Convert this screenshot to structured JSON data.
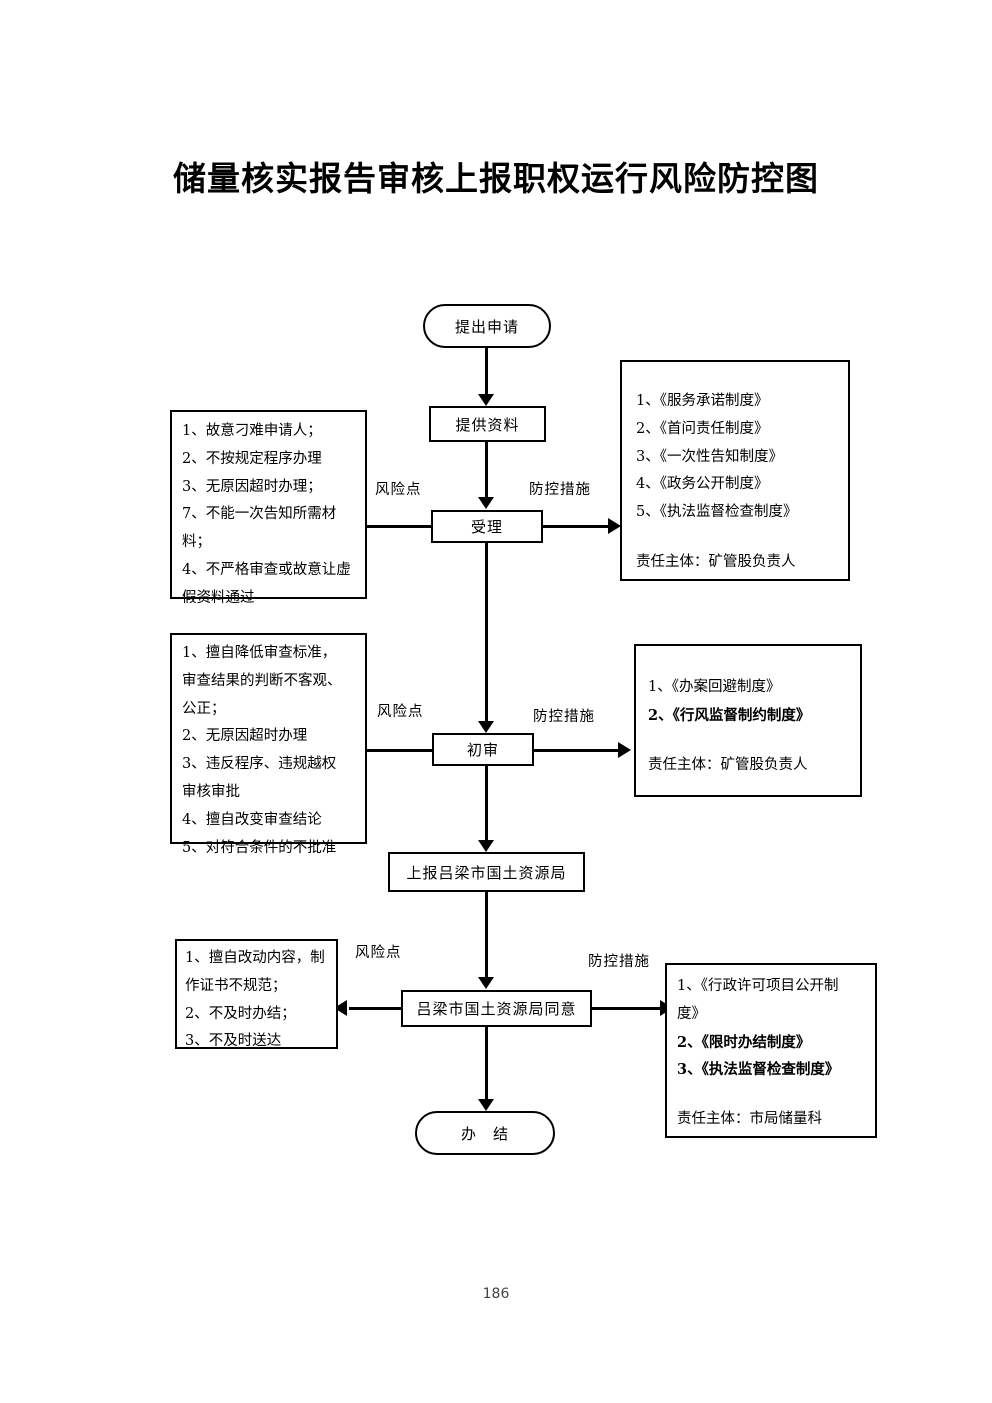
{
  "document": {
    "title": "储量核实报告审核上报职权运行风险防控图",
    "page_number": "186"
  },
  "flow": {
    "nodes": [
      {
        "id": "apply",
        "label": "提出申请",
        "shape": "rounded"
      },
      {
        "id": "provide",
        "label": "提供资料",
        "shape": "rect"
      },
      {
        "id": "accept",
        "label": "受理",
        "shape": "rect"
      },
      {
        "id": "review",
        "label": "初审",
        "shape": "rect"
      },
      {
        "id": "report",
        "label": "上报吕梁市国土资源局",
        "shape": "rect"
      },
      {
        "id": "agree",
        "label": "吕梁市国土资源局同意",
        "shape": "rect"
      },
      {
        "id": "done",
        "label": "办　结",
        "shape": "rounded"
      }
    ],
    "edge_labels": {
      "risk": "风险点",
      "control": "防控措施"
    }
  },
  "risk_boxes": [
    {
      "id": "risk-accept",
      "lines": [
        "1、故意刁难申请人；",
        "2、不按规定程序办理",
        "3、无原因超时办理；",
        "7、不能一次告知所需材",
        "料；",
        "4、不严格审查或故意让虚",
        "假资料通过"
      ]
    },
    {
      "id": "risk-review",
      "lines": [
        "1、擅自降低审查标准，",
        "审查结果的判断不客观、",
        "公正；",
        "2、无原因超时办理",
        "3、违反程序、违规越权",
        "审核审批",
        "4、擅自改变审查结论",
        "5、对符合条件的不批准"
      ]
    },
    {
      "id": "risk-agree",
      "lines": [
        "1、擅自改动内容，制",
        "作证书不规范；",
        "2、不及时办结；",
        "3、不及时送达"
      ]
    }
  ],
  "control_boxes": [
    {
      "id": "control-accept",
      "lines": [
        {
          "text": "1、《服务承诺制度》",
          "bold": false
        },
        {
          "text": "2、《首问责任制度》",
          "bold": false
        },
        {
          "text": "3、《一次性告知制度》",
          "bold": false
        },
        {
          "text": "4、《政务公开制度》",
          "bold": false
        },
        {
          "text": "5、《执法监督检查制度》",
          "bold": false
        }
      ],
      "owner": "责任主体：矿管股负责人"
    },
    {
      "id": "control-review",
      "lines": [
        {
          "text": "1、《办案回避制度》",
          "bold": false
        },
        {
          "text": "2、《行风监督制约制度》",
          "bold": true
        }
      ],
      "owner": "责任主体：矿管股负责人"
    },
    {
      "id": "control-agree",
      "lines": [
        {
          "text": "1、《行政许可项目公开制",
          "bold": false
        },
        {
          "text": "度》",
          "bold": false
        },
        {
          "text": "2、《限时办结制度》",
          "bold": true
        },
        {
          "text": "3、《执法监督检查制度》",
          "bold": true
        }
      ],
      "owner": "责任主体：市局储量科"
    }
  ]
}
